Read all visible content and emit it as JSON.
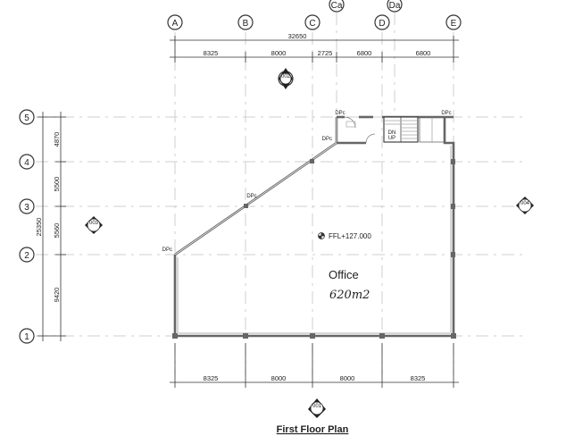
{
  "title": "First Floor Plan",
  "grid_columns": [
    "A",
    "B",
    "C",
    "Ca",
    "D",
    "Da",
    "E"
  ],
  "grid_rows": [
    "5",
    "4",
    "3",
    "2",
    "1"
  ],
  "dims_top_total": "32650",
  "dims_top": [
    "8325",
    "8000",
    "2725",
    "6800",
    "6800"
  ],
  "dims_bottom": [
    "8325",
    "8000",
    "8000",
    "8325"
  ],
  "dims_left_total": "25350",
  "dims_left": [
    "4870",
    "5500",
    "5560",
    "9420"
  ],
  "section_refs": {
    "top": "002",
    "left": "003",
    "right": "004",
    "bottom": "001"
  },
  "level_label": "FFL+127.000",
  "room_name": "Office",
  "room_area_handwritten": "620m2",
  "column_tags": [
    "DPc",
    "DPc",
    "DPc",
    "DPc",
    "DPc"
  ],
  "stair_tags": [
    "DN",
    "UP"
  ]
}
